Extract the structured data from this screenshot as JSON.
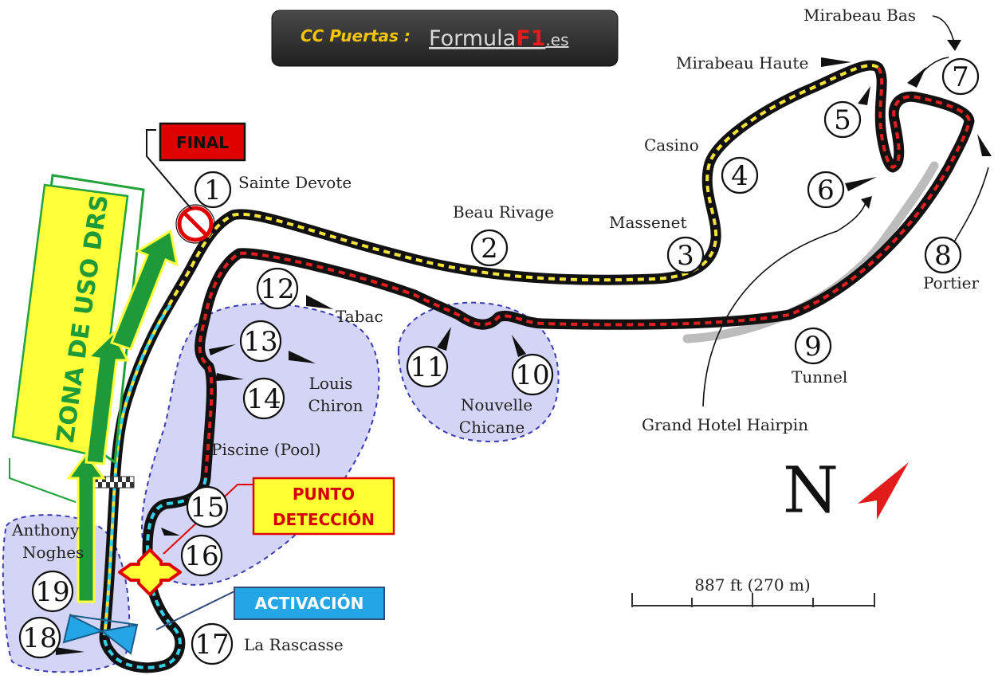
{
  "banner": {
    "prefix": "CC Puertas :",
    "brand_main": "Formula",
    "brand_accent": "F1",
    "brand_suffix": ".es"
  },
  "corners": [
    {
      "n": "1",
      "name": "Sainte Devote"
    },
    {
      "n": "2",
      "name": "Beau Rivage"
    },
    {
      "n": "3",
      "name": "Massenet"
    },
    {
      "n": "4",
      "name": "Casino"
    },
    {
      "n": "5",
      "name": "Mirabeau Haute"
    },
    {
      "n": "6",
      "name": "Grand Hotel Hairpin"
    },
    {
      "n": "7",
      "name": "Mirabeau Bas"
    },
    {
      "n": "8",
      "name": "Portier"
    },
    {
      "n": "9",
      "name": "Tunnel"
    },
    {
      "n": "10",
      "name": "Nouvelle Chicane"
    },
    {
      "n": "11",
      "name": ""
    },
    {
      "n": "12",
      "name": "Tabac"
    },
    {
      "n": "13",
      "name": "Louis Chiron"
    },
    {
      "n": "14",
      "name": ""
    },
    {
      "n": "15",
      "name": "Piscine (Pool)"
    },
    {
      "n": "16",
      "name": ""
    },
    {
      "n": "17",
      "name": "La Rascasse"
    },
    {
      "n": "18",
      "name": ""
    },
    {
      "n": "19",
      "name": "Anthony Noghes"
    }
  ],
  "label_lines": {
    "louis_chiron_1": "Louis",
    "louis_chiron_2": "Chiron",
    "nouvelle_chicane_1": "Nouvelle",
    "nouvelle_chicane_2": "Chicane",
    "anthony_noghes_1": "Anthony",
    "anthony_noghes_2": "Noghes"
  },
  "callouts": {
    "final": "FINAL",
    "drs_zone": "ZONA DE USO DRS",
    "detection_1": "PUNTO",
    "detection_2": "DETECCIÓN",
    "activation": "ACTIVACIÓN"
  },
  "compass": {
    "label": "N"
  },
  "scale_bar": {
    "label": "887 ft (270 m)"
  },
  "colors": {
    "banner_bg": "#2e2e2e",
    "banner_prefix": "#f5c400",
    "brand_accent": "#e21b1b",
    "final_bg": "#e10000",
    "detection_bg": "#ffff33",
    "detection_text": "#d40000",
    "activation_bg": "#24a6e6",
    "drs_bg": "#ffff3a",
    "drs_border": "#21a23a",
    "drs_arrow": "#1e9a39",
    "sector1": "#f5e23a",
    "sector2": "#e02020",
    "sector3": "#34d0e6",
    "compass_arrow": "#e21b1b"
  }
}
